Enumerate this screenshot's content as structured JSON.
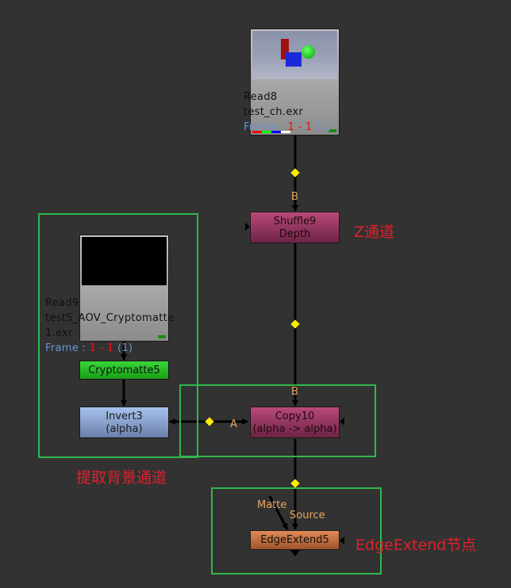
{
  "nodes": {
    "read8": {
      "name": "Read8",
      "file": "test_ch.exr",
      "frame_label": "Frame : ",
      "frame_range": "1 - 1",
      "frame_count": "(1)"
    },
    "read9": {
      "name": "Read9",
      "file_line1": "test5_AOV_Cryptomatte",
      "file_line2": "1.exr",
      "frame_label": "Frame : ",
      "frame_range": "1 - 1",
      "frame_count": "(1)"
    },
    "shuffle9": {
      "name": "Shuffle9",
      "sub": "Depth"
    },
    "cryptomatte5": {
      "name": "Cryptomatte5"
    },
    "invert3": {
      "name": "Invert3",
      "sub": "(alpha)"
    },
    "copy10": {
      "name": "Copy10",
      "sub": "(alpha -> alpha)"
    },
    "edgeextend5": {
      "name": "EdgeExtend5"
    }
  },
  "pins": {
    "shuffle_b": "B",
    "copy_b": "B",
    "copy_a": "A",
    "edge_matte": "Matte",
    "edge_source": "Source"
  },
  "annotations": {
    "z_channel": "Z通道",
    "extract_bg": "提取背景通道",
    "edgeextend": "EdgeExtend节点"
  },
  "colors": {
    "background": "#323232",
    "backdrop_border": "#2fb84c",
    "annotation": "#e0202a",
    "pin_label": "#e8a860",
    "dot": "#ffee00"
  }
}
